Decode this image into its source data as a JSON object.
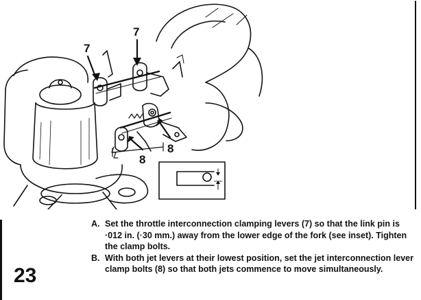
{
  "figure": {
    "callouts": {
      "lever_left": "7",
      "lever_right": "7",
      "bolt_lower": "8",
      "bolt_right": "8"
    }
  },
  "page": {
    "number": "23"
  },
  "instructions": [
    {
      "letter": "A.",
      "text": "Set the throttle interconnection clamping levers (7) so that the link pin is ·012 in. (·30 mm.) away from the lower edge of the fork (see inset). Tighten the clamp bolts."
    },
    {
      "letter": "B.",
      "text": "With both jet levers at their lowest position, set the jet interconnection lever clamp bolts (8) so that both jets commence to move simultaneously."
    }
  ],
  "colors": {
    "ink": "#111111",
    "paper": "#ffffff"
  }
}
